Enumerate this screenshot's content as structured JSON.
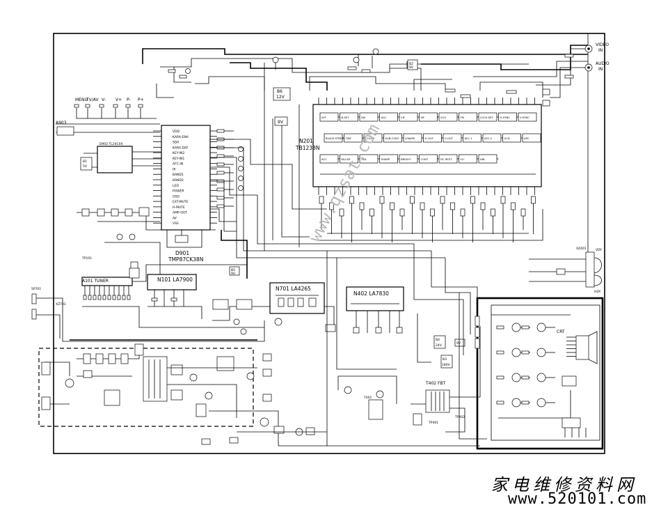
{
  "chips": {
    "n201": {
      "ref": "N201",
      "part": "TB1238N"
    },
    "d901": {
      "ref": "D901",
      "part": "TMP87CK38N"
    },
    "n101": {
      "ref": "N101",
      "part": "LA7900"
    },
    "n701": {
      "ref": "N701",
      "part": "LA4265"
    },
    "n402": {
      "ref": "N402",
      "part": "LA7830"
    },
    "d902": {
      "ref": "D902",
      "part": "TL24C04"
    }
  },
  "supplies": {
    "b6": {
      "ref": "B6",
      "volt": "12V"
    },
    "b3": {
      "ref": "B3",
      "volt": "180V"
    },
    "b4": {
      "ref": "B4",
      "volt": "24V"
    },
    "b1": {
      "ref": "B1",
      "volt": "5V"
    },
    "b5": {
      "ref": "B5",
      "volt": "9V"
    }
  },
  "connectors": {
    "video_in": "VIDEO IN",
    "audio_in": "AUDIO IN",
    "tuner": "A101 TUNER",
    "a903": "A903",
    "fbt": "T402 FBT",
    "t401": "T401",
    "crt": "CRT",
    "xz401": "XZ401",
    "hdy": "HDY",
    "vdy": "VDY",
    "xz701": "XZ701",
    "speaker": "SP701",
    "tp401": "TP401",
    "tp402": "TP402",
    "tp101": "TP101"
  },
  "keys": {
    "menu": "MENU",
    "tvav": "TV/AV",
    "vminus": "V-",
    "vplus": "V+",
    "pminus": "P-",
    "pplus": "P+"
  },
  "n201_blocks": [
    "AFT",
    "B-SET",
    "SW",
    "AGC",
    "VIF",
    "SIF",
    "VCO",
    "FM",
    "LOCK DET",
    "H-SYNC",
    "V-SYNC",
    "BLACK STRETCH",
    "TINT",
    "COLOR",
    "SUB-CONT",
    "V.RAMP",
    "H-OUT",
    "V-OUT",
    "AFC-1",
    "AFC-2",
    "VCD",
    "APC",
    "ACC",
    "KILLER",
    "Y-DL",
    "SHARP",
    "BRIGHT",
    "CONT",
    "DC REST",
    "Y/C",
    "ABL"
  ],
  "d901_pins": [
    "VDD",
    "KARA-ENA",
    "SDA",
    "KARA-DAT",
    "KEY-IN2",
    "KEY-IN1",
    "AFC-IN",
    "IR",
    "BAND1",
    "BAND2",
    "LED",
    "POWER",
    "OSD",
    "EXT-MUTE",
    "H-MUTE",
    "AMP-OUT",
    "AV",
    "VSS"
  ],
  "watermark": {
    "cn": "家电维修资料网",
    "url": "www.520101.com"
  }
}
